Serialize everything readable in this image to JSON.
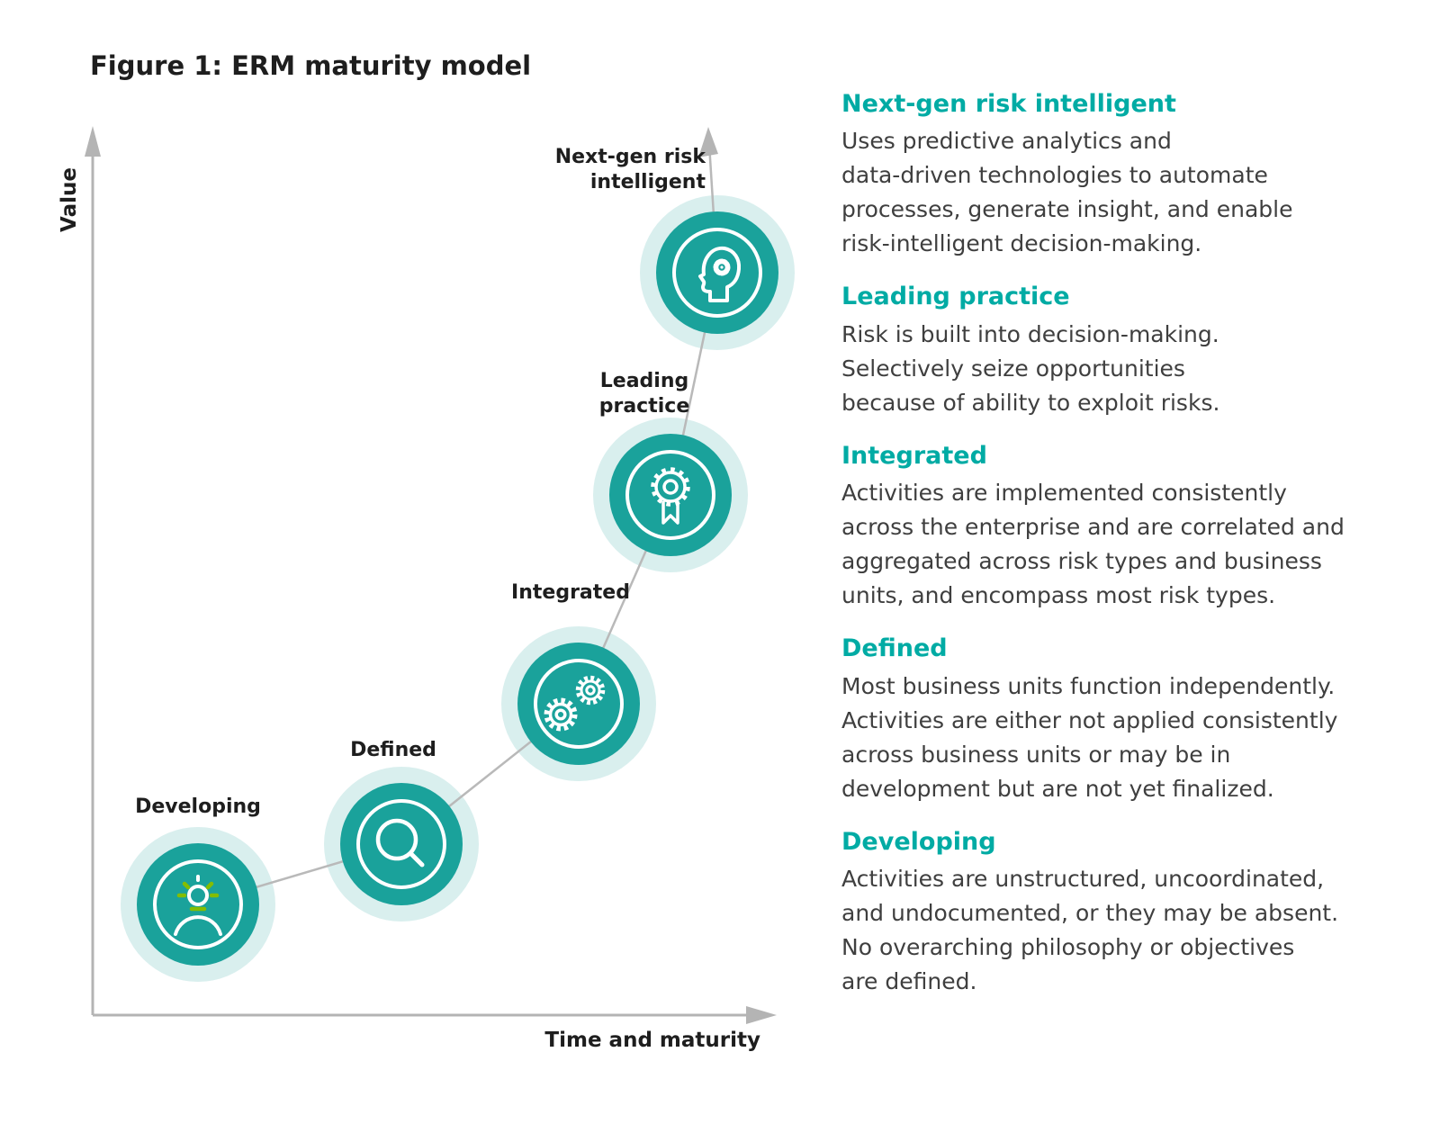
{
  "figure_title": "Figure 1: ERM maturity model",
  "colors": {
    "teal_circle": "#1aa29b",
    "halo": "#d9efee",
    "heading_teal": "#00aba4",
    "accent_green": "#84bd00",
    "axis_gray": "#b4b4b4",
    "title_text": "#1e1e1e",
    "body_text": "#3f3f3f"
  },
  "diagram": {
    "y_axis_label": "Value",
    "x_axis_label": "Time and maturity",
    "stages": [
      {
        "name": "Developing",
        "icon": "lightbulb-person-icon",
        "label_lines": [
          "Developing"
        ]
      },
      {
        "name": "Defined",
        "icon": "magnifier-icon",
        "label_lines": [
          "Defined"
        ]
      },
      {
        "name": "Integrated",
        "icon": "gears-icon",
        "label_lines": [
          "Integrated"
        ]
      },
      {
        "name": "Leading practice",
        "icon": "award-rosette-icon",
        "label_lines": [
          "Leading",
          "practice"
        ]
      },
      {
        "name": "Next-gen risk intelligent",
        "icon": "head-gear-icon",
        "label_lines": [
          "Next-gen risk",
          "intelligent"
        ]
      }
    ]
  },
  "legend": {
    "items": [
      {
        "heading": "Next-gen risk intelligent",
        "body": "Uses predictive analytics and\ndata-driven technologies to automate\nprocesses, generate insight, and enable\nrisk-intelligent decision-making."
      },
      {
        "heading": "Leading practice",
        "body": "Risk is built into decision-making.\nSelectively seize opportunities\nbecause of ability to exploit risks."
      },
      {
        "heading": "Integrated",
        "body": "Activities are implemented consistently\nacross the enterprise and are correlated and\naggregated across risk types and business\nunits, and encompass most risk types."
      },
      {
        "heading": "Defined",
        "body": "Most business units function independently.\nActivities are either not applied consistently\nacross business units or may be in\ndevelopment but are not yet finalized."
      },
      {
        "heading": "Developing",
        "body": "Activities are unstructured, uncoordinated,\nand undocumented, or they may be absent.\nNo overarching philosophy or objectives\nare defined."
      }
    ]
  }
}
